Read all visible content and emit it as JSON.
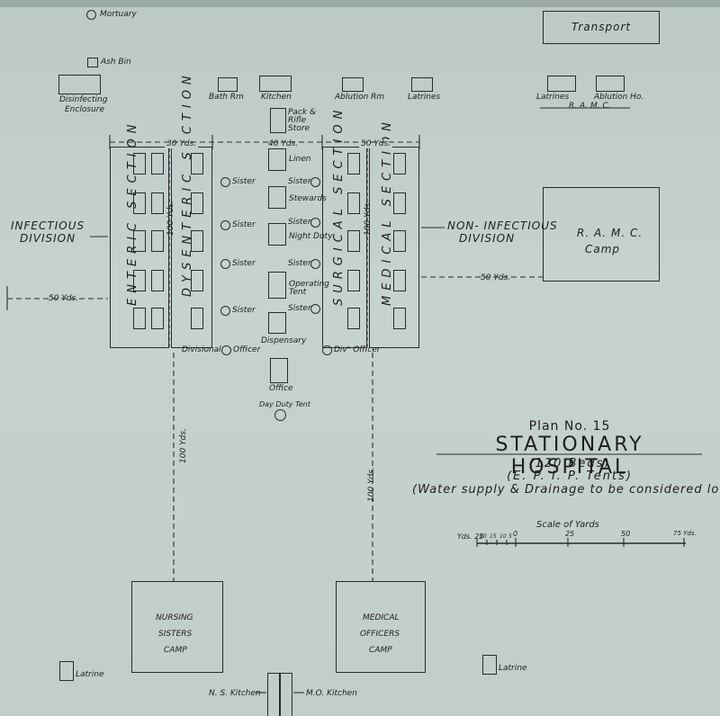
{
  "labels": {
    "mortuary": "Mortuary",
    "ash_bin": "Ash Bin",
    "disinfecting": "Disinfecting",
    "enclosure": "Enclosure",
    "transport": "Transport",
    "bath_rm": "Bath Rm",
    "kitchen": "Kitchen",
    "ablution_rm": "Ablution Rm",
    "latrines_left": "Latrines",
    "latrines_right": "Latrines",
    "ablution_ho": "Ablution Ho.",
    "ramc_small": "R. A. M. C.",
    "pack_rifle_store": [
      "Pack &",
      "Rifle",
      "Store"
    ],
    "dim_30": "30 Yds.",
    "dim_40": "40 Yds.",
    "dim_50_top": "50 Yds.",
    "dim_50_left": "50 Yds.",
    "dim_50_right": "50 Yds.",
    "dim_100_a": "100 Yds.",
    "dim_100_b": "100 Yds.",
    "dim_100_c": "100 Yds.",
    "dim_100_d": "100 Yds.",
    "linen": "Linen",
    "stewards": "Stewards",
    "night_duty": "Night Duty",
    "operating_tent": [
      "Operating",
      "Tent"
    ],
    "dispensary": "Dispensary",
    "office": "Office",
    "day_duty_tent": "Day Duty Tent",
    "sister": "Sister",
    "divisional_officer": "Divisional",
    "officer_word": "Officer",
    "div_officer": "Divⁿ Officer",
    "infectious_1": "INFECTIOUS",
    "infectious_2": "DIVISION",
    "non_infectious_1": "NON- INFECTIOUS",
    "non_infectious_2": "DIVISION",
    "ramc_camp_1": "R. A. M. C.",
    "ramc_camp_2": "Camp",
    "enteric": "Enteric Section",
    "dysenteric": "Dysenteric Section",
    "surgical": "Surgical Section",
    "medical": "Medical Section",
    "nursing_1": "NURSING",
    "nursing_2": "SISTERS",
    "nursing_3": "CAMP",
    "medical_camp_1": "MEDICAL",
    "medical_camp_2": "OFFICERS",
    "medical_camp_3": "CAMP",
    "latrine_left": "Latrine",
    "latrine_right": "Latrine",
    "ns_kitchen": "N. S. Kitchen",
    "mo_kitchen": "M.O. Kitchen"
  },
  "title": {
    "plan": "Plan No. 15",
    "main": "STATIONARY HOSPITAL",
    "beds": "(120 Beds)",
    "tents": "(E. P. I. P. Tents)",
    "note": "(Water supply & Drainage to be considered locally)"
  },
  "scale": {
    "caption": "Scale of Yards",
    "prefix": "Yds. 25",
    "ticks": [
      "20",
      "15",
      "10",
      "5",
      "0",
      "25",
      "50",
      "75 Yds."
    ]
  },
  "colors": {
    "ink": "#2a2a2e",
    "paper": "#c3cfcc"
  }
}
